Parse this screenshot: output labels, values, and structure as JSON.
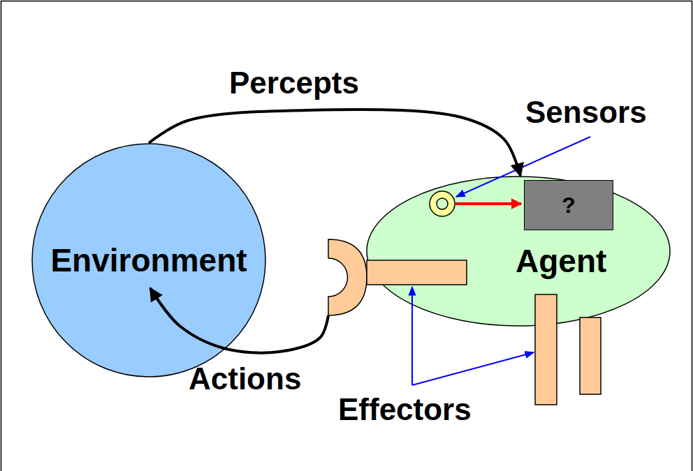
{
  "diagram": {
    "nodes": [
      {
        "text": [
          "Environment"
        ]
      },
      {
        "text": [
          "Agent"
        ]
      },
      {
        "text": [
          "?"
        ],
        "in": 1
      }
    ],
    "edges": [
      {
        "from": 0,
        "to": 1,
        "label": "Percepts",
        "arrow": "to"
      },
      {
        "from": 1,
        "to": 0,
        "label": "Actions",
        "arrow": "to"
      }
    ],
    "labels": [
      "Sensors",
      "Effectors"
    ]
  }
}
